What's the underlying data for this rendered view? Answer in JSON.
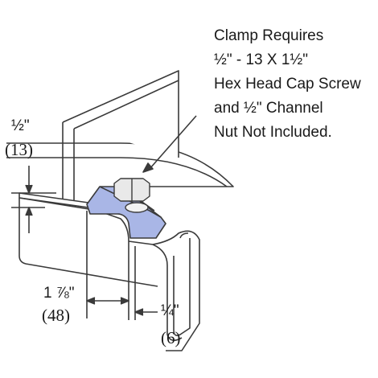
{
  "callout": {
    "lines": [
      "Clamp Requires",
      "½\" - 13 X 1½\"",
      "Hex Head Cap Screw",
      "and ½\" Channel",
      "Nut Not Included."
    ]
  },
  "dimensions": {
    "flange_thickness": {
      "imperial": "½\"",
      "metric": "(13)"
    },
    "clamp_width": {
      "imperial": "1 ⅞\"",
      "metric": "(48)"
    },
    "channel_lip": {
      "imperial": "¼\"",
      "metric": "(6)"
    }
  },
  "colors": {
    "clamp": "#a9b6e6",
    "line": "#3a3a3a",
    "bolt": "#e9e9e9"
  }
}
